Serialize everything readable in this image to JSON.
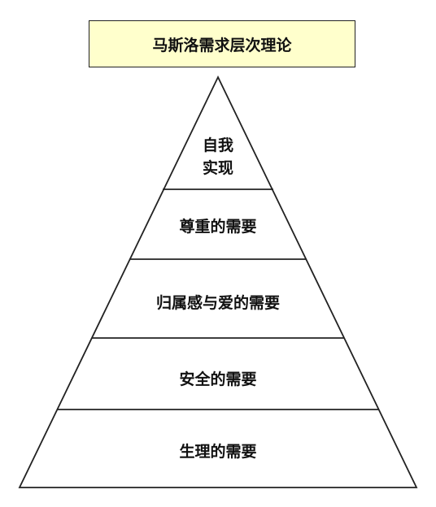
{
  "title": "马斯洛需求层次理论",
  "levels": [
    {
      "line1": "自我",
      "line2": "实现"
    },
    {
      "label": "尊重的需要"
    },
    {
      "label": "归属感与爱的需要"
    },
    {
      "label": "安全的需要"
    },
    {
      "label": "生理的需要"
    }
  ],
  "colors": {
    "title_fill": "#ffffcc",
    "stroke": "#222222"
  }
}
